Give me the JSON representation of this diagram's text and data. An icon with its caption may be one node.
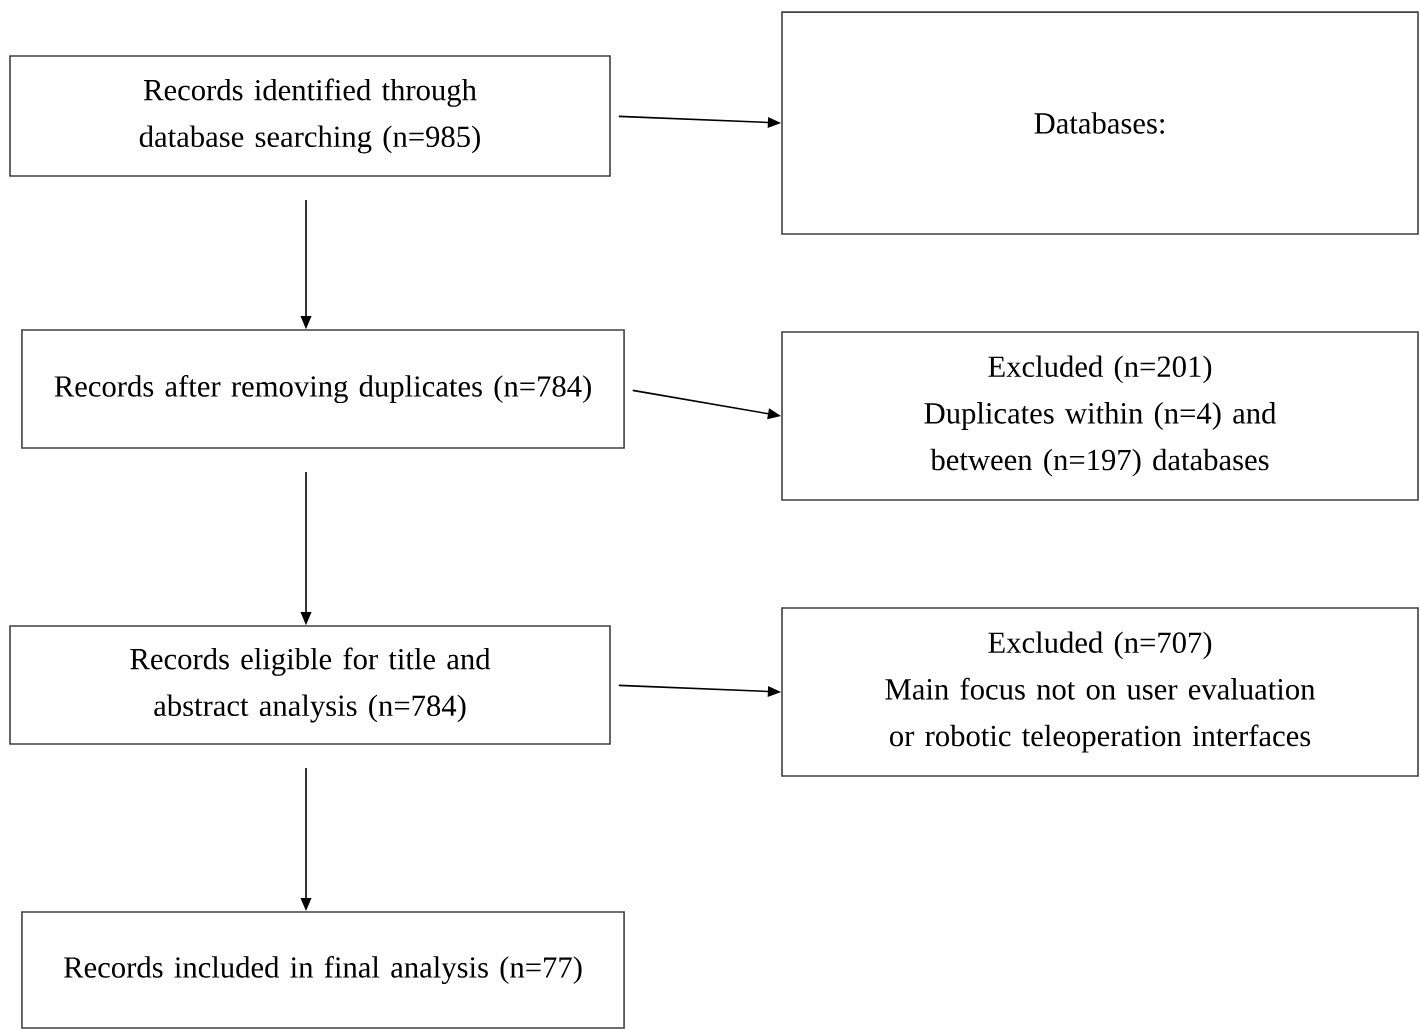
{
  "diagram": {
    "nodes": [
      {
        "text": [
          "Records identified through database searching (n=985)"
        ]
      },
      {
        "text": [
          "Databases:"
        ]
      },
      {
        "text": [
          "Records after removing duplicates (n=784)"
        ]
      },
      {
        "text": [
          "Excluded (n=201)",
          "Duplicates within (n=4) and between (n=197) databases"
        ]
      },
      {
        "text": [
          "Records eligible for title and abstract analysis (n=784)"
        ]
      },
      {
        "text": [
          "Excluded (n=707)",
          "Main focus not on user evaluation or robotic teleoperation interfaces"
        ]
      },
      {
        "text": [
          "Records included in final analysis (n=77)"
        ]
      }
    ],
    "edges": [
      {
        "from": 0,
        "to": 1,
        "arrow": "to"
      },
      {
        "from": 0,
        "to": 2,
        "arrow": "to"
      },
      {
        "from": 2,
        "to": 3,
        "arrow": "to"
      },
      {
        "from": 2,
        "to": 4,
        "arrow": "to"
      },
      {
        "from": 4,
        "to": 5,
        "arrow": "to"
      },
      {
        "from": 4,
        "to": 6,
        "arrow": "to"
      }
    ]
  }
}
